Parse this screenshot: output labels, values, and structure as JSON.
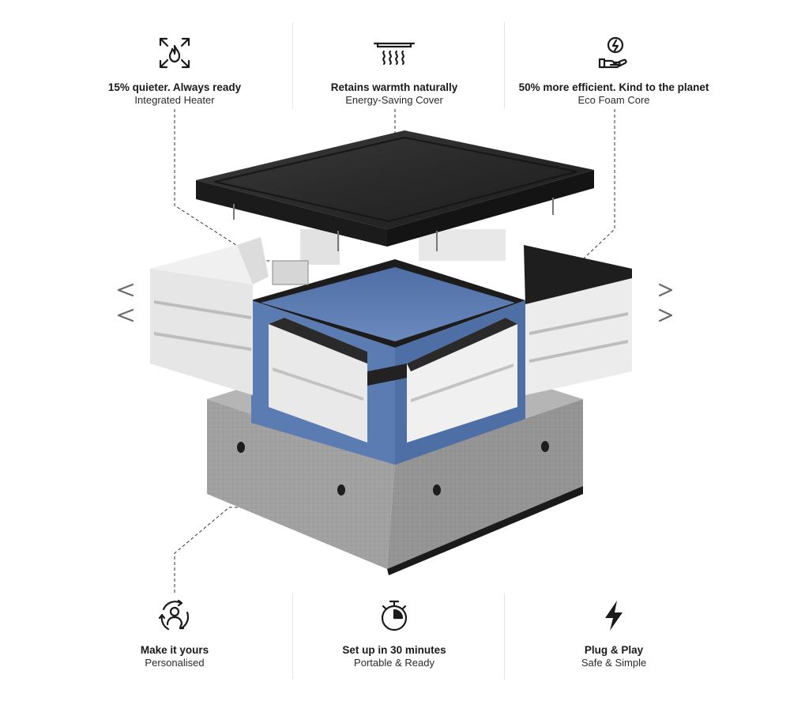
{
  "features_top": [
    {
      "icon": "flame-expand-icon",
      "title": "15% quieter. Always ready",
      "subtitle": "Integrated Heater"
    },
    {
      "icon": "heat-vent-icon",
      "title": "Retains warmth naturally",
      "subtitle": "Energy-Saving Cover"
    },
    {
      "icon": "hand-energy-icon",
      "title": "50% more efficient. Kind to the planet",
      "subtitle": "Eco Foam Core"
    }
  ],
  "features_bottom": [
    {
      "icon": "person-cycle-icon",
      "title": "Make it yours",
      "subtitle": "Personalised"
    },
    {
      "icon": "stopwatch-icon",
      "title": "Set up in 30 minutes",
      "subtitle": "Portable & Ready"
    },
    {
      "icon": "lightning-bolt-icon",
      "title": "Plug & Play",
      "subtitle": "Safe & Simple"
    }
  ],
  "colors": {
    "cover": "#262626",
    "liner": "#5b7bb3",
    "panel": "#e8e8e8",
    "base": "#9a9a9a",
    "text": "#1a1a1a",
    "leader": "#333333"
  }
}
